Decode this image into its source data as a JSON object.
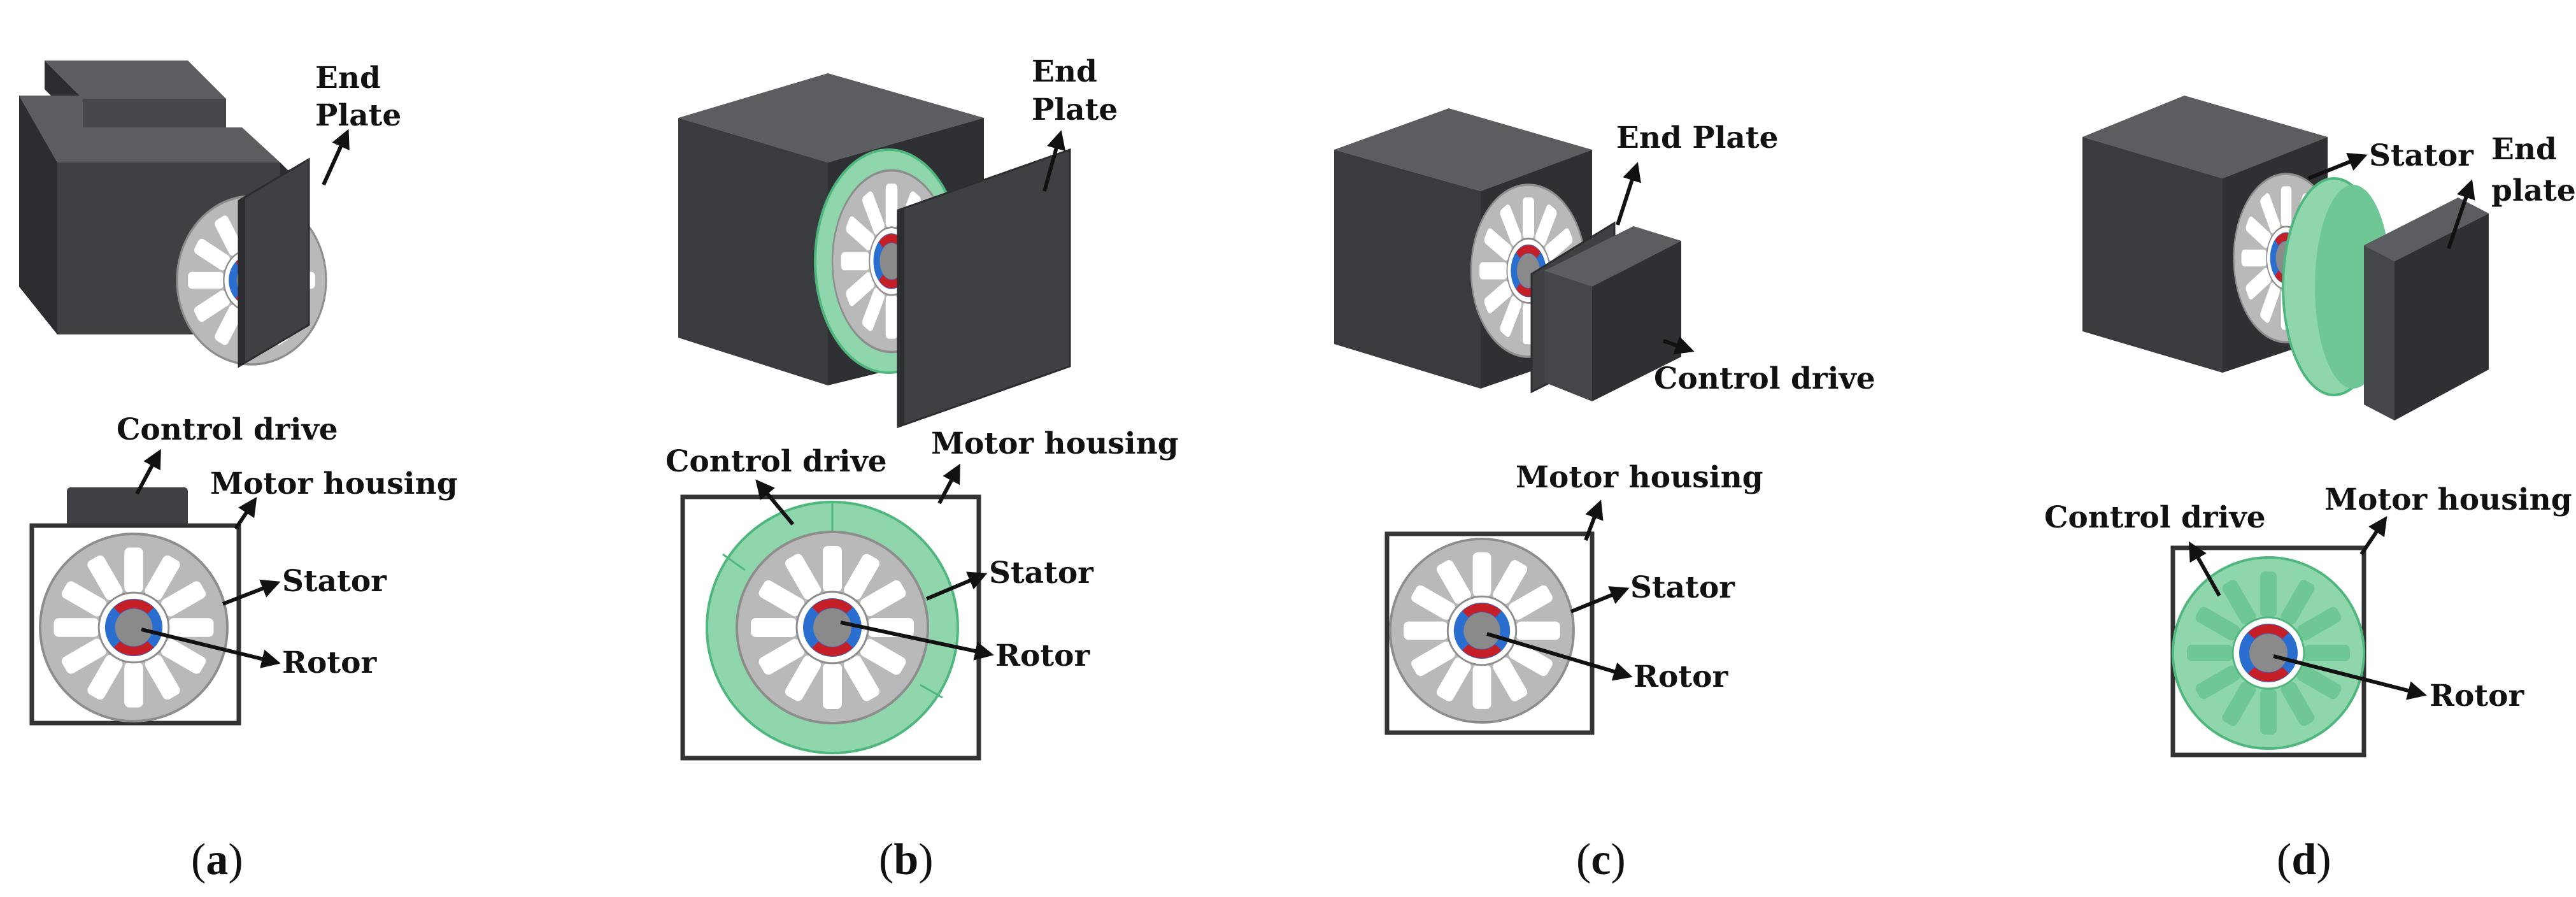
{
  "colors": {
    "housing_front": "#3f4044",
    "housing_top": "#5c5d61",
    "housing_side": "#2c2d30",
    "stator": "#b9b9b9",
    "stator_dark": "#8d8d8d",
    "green": "#8fd6ad",
    "green_dark": "#4fb77e",
    "magnet_red": "#c52028",
    "magnet_blue": "#2a6fd0",
    "shaft": "#8a8a8a"
  },
  "panels": [
    {
      "id": "a",
      "caption_open": "(",
      "caption_letter": "a",
      "caption_close": ")",
      "labels": {
        "end_plate_1": "End",
        "end_plate_2": "Plate",
        "control_drive": "Control drive",
        "motor_housing": "Motor housing",
        "stator": "Stator",
        "rotor": "Rotor"
      }
    },
    {
      "id": "b",
      "caption_open": "(",
      "caption_letter": "b",
      "caption_close": ")",
      "labels": {
        "end_plate_1": "End",
        "end_plate_2": "Plate",
        "control_drive": "Control drive",
        "motor_housing": "Motor housing",
        "stator": "Stator",
        "rotor": "Rotor"
      }
    },
    {
      "id": "c",
      "caption_open": "(",
      "caption_letter": "c",
      "caption_close": ")",
      "labels": {
        "end_plate": "End Plate",
        "control_drive": "Control drive",
        "motor_housing": "Motor housing",
        "stator": "Stator",
        "rotor": "Rotor"
      }
    },
    {
      "id": "d",
      "caption_open": "(",
      "caption_letter": "d",
      "caption_close": ")",
      "labels": {
        "stator": "Stator",
        "end_plate_1": "End",
        "end_plate_2": "plate",
        "control_drive": "Control drive",
        "motor_housing": "Motor housing",
        "rotor": "Rotor"
      }
    }
  ]
}
